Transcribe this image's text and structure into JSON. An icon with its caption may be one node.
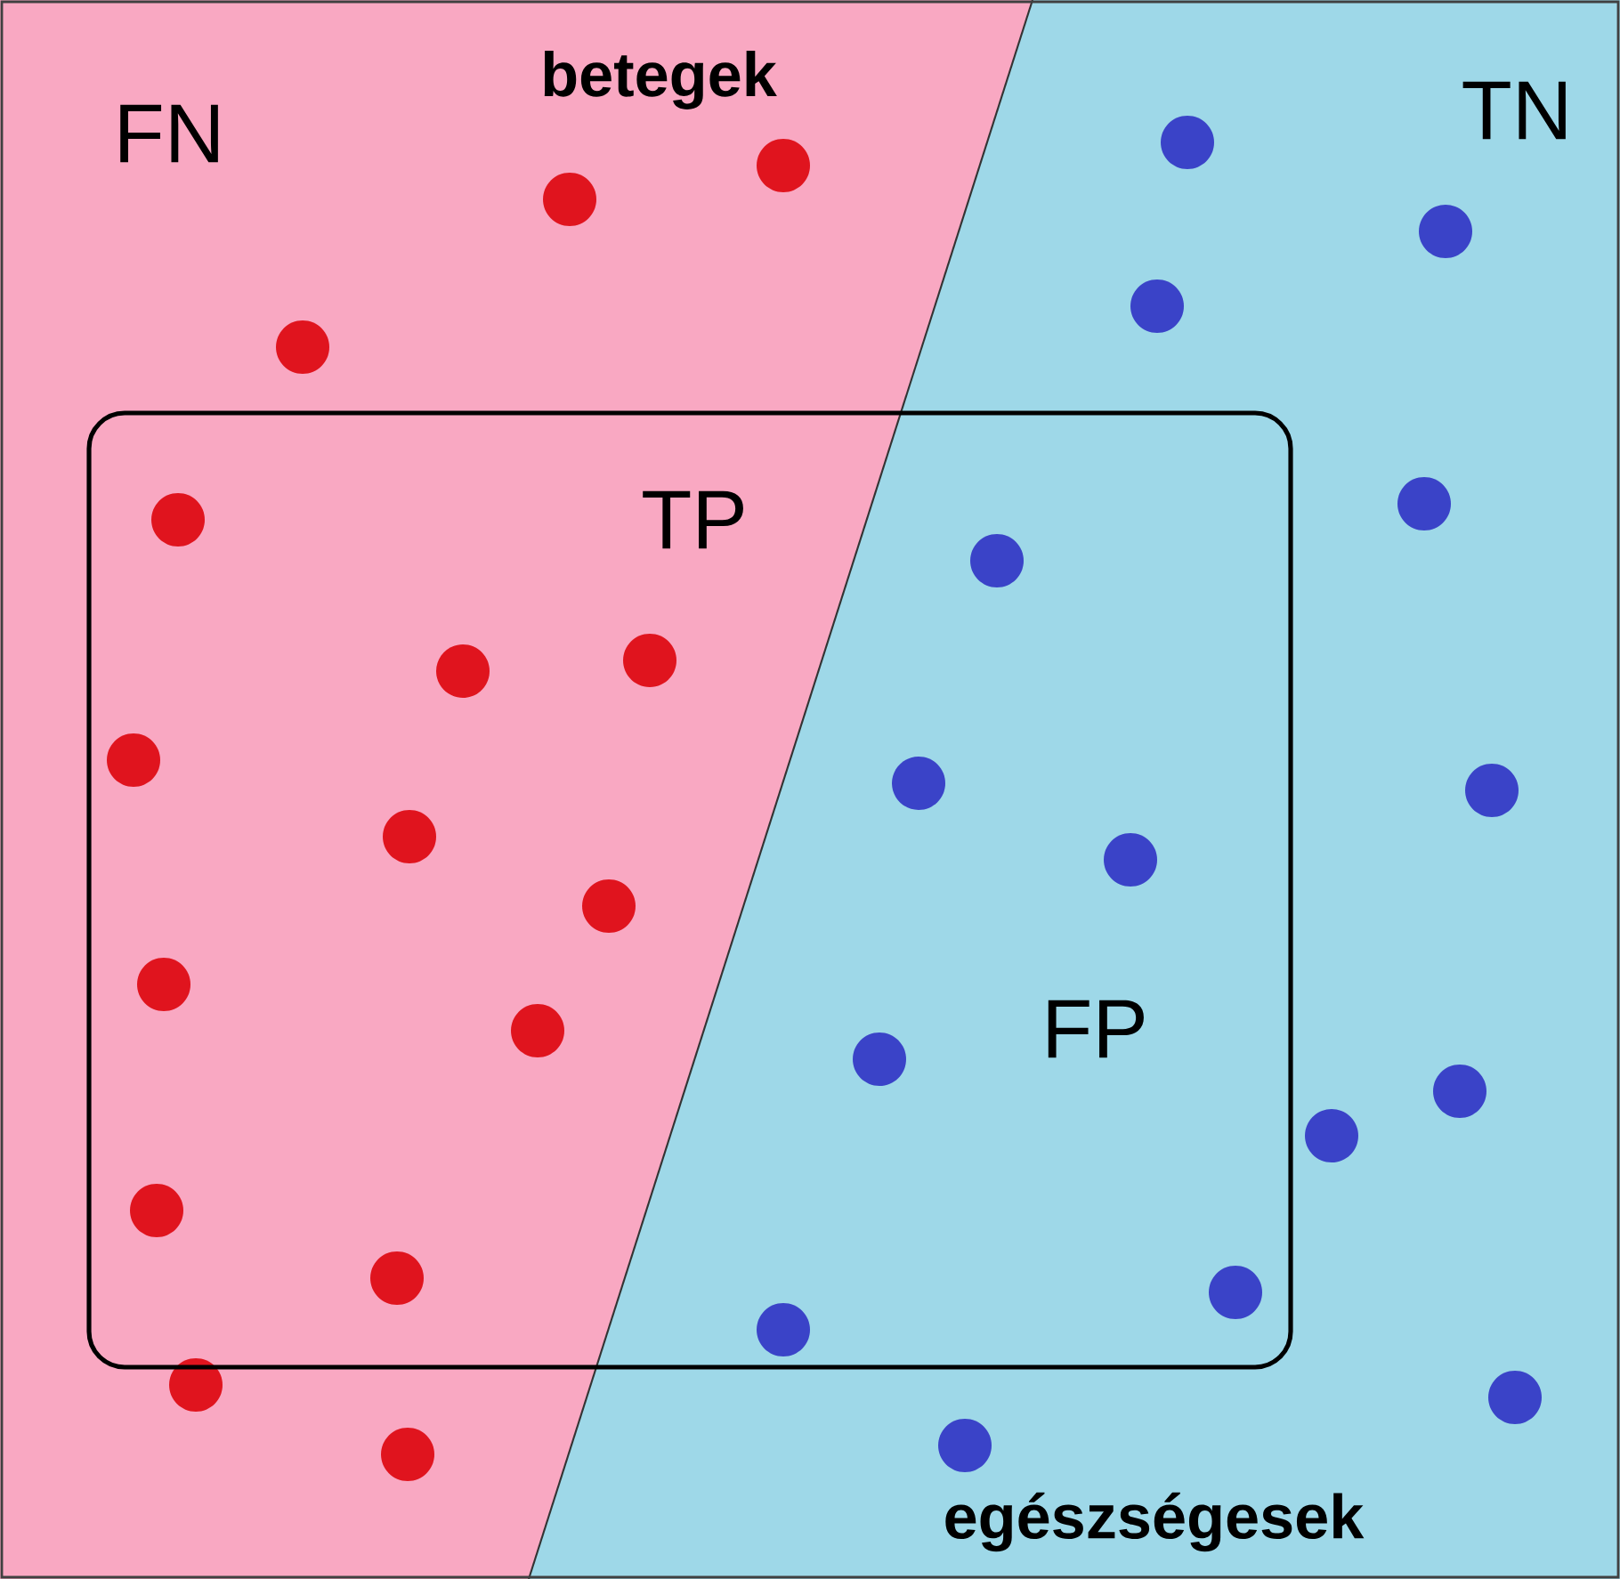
{
  "diagram": {
    "nodes": [
      {
        "text": [
          "FN",
          "betegek"
        ]
      },
      {
        "text": [
          "TN",
          "egészségesek"
        ]
      },
      {
        "text": [
          "TP",
          "FP"
        ]
      }
    ]
  }
}
